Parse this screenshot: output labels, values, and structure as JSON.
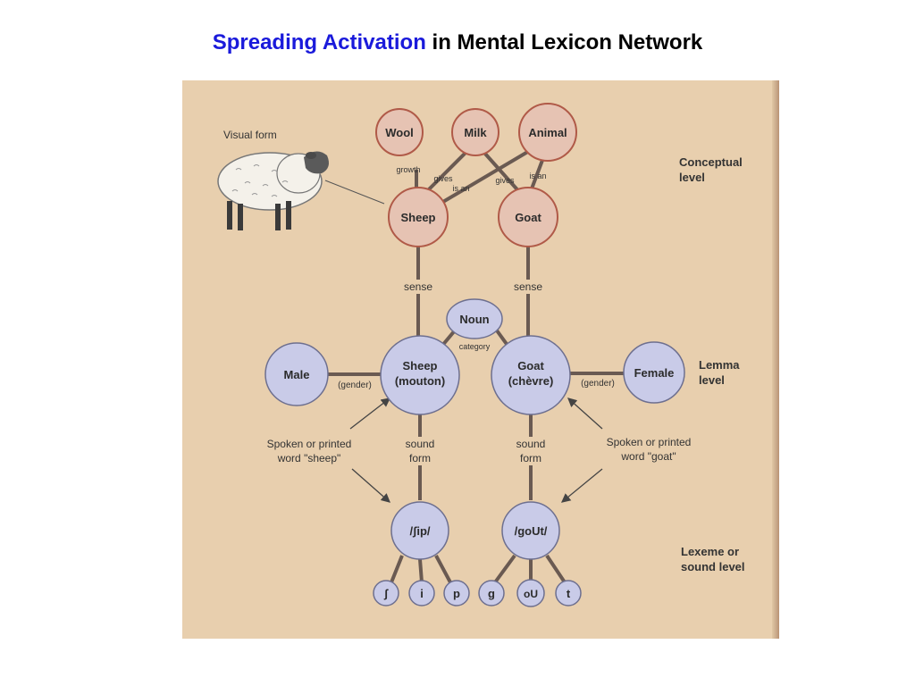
{
  "title": {
    "highlight": "Spreading Activation",
    "rest": " in Mental Lexicon Network"
  },
  "labels": {
    "visual_form": "Visual form",
    "conceptual_level": [
      "Conceptual",
      "level"
    ],
    "lemma_level": [
      "Lemma",
      "level"
    ],
    "lexeme_level": [
      "Lexeme or",
      "sound level"
    ]
  },
  "concept_nodes": {
    "wool": "Wool",
    "milk": "Milk",
    "animal": "Animal",
    "sheep": "Sheep",
    "goat": "Goat"
  },
  "lemma_nodes": {
    "noun": "Noun",
    "male": "Male",
    "female": "Female",
    "sheep": [
      "Sheep",
      "(mouton)"
    ],
    "goat": [
      "Goat",
      "(chèvre)"
    ]
  },
  "lexeme_nodes": {
    "sheep": "/ʃip/",
    "goat": "/goUt/"
  },
  "phonemes": [
    "ʃ",
    "i",
    "p",
    "g",
    "oU",
    "t"
  ],
  "edge_labels": {
    "growth": "growth",
    "gives_left": "gives",
    "is_an_left": "is an",
    "gives_right": "gives",
    "is_an_right": "is an",
    "sense_left": "sense",
    "sense_right": "sense",
    "category": "category",
    "gender_left": "(gender)",
    "gender_right": "(gender)",
    "sound_form_left": [
      "sound",
      "form"
    ],
    "sound_form_right": [
      "sound",
      "form"
    ]
  },
  "inputs": {
    "left": [
      "Spoken or printed",
      "word \"sheep\""
    ],
    "right": [
      "Spoken or printed",
      "word \"goat\""
    ]
  },
  "colors": {
    "concept_fill": "#e6c3b3",
    "concept_stroke": "#b05a48",
    "lemma_fill": "#c9cbe8",
    "lemma_stroke": "#6d6f8f",
    "background": "#e8cfae",
    "title_highlight": "#1a1adb"
  }
}
